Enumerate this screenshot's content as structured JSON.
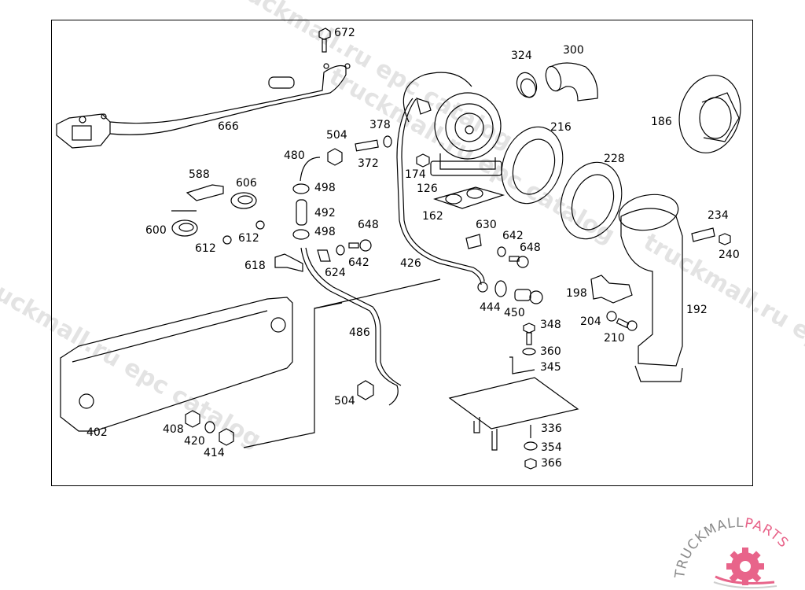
{
  "watermarks": [
    "truckmall.ru epc catalog",
    "truckmall.ru epc catalog",
    "truckmall.ru epc catalog",
    "truckmall.ru epc catalog"
  ],
  "logo": {
    "text_main": "TRUCKMALL",
    "text_accent": "PARTS",
    "accent_color": "#e8648a",
    "text_color": "#8a8a8a"
  },
  "parts": [
    {
      "id": "672"
    },
    {
      "id": "666"
    },
    {
      "id": "504"
    },
    {
      "id": "378"
    },
    {
      "id": "372"
    },
    {
      "id": "480"
    },
    {
      "id": "324"
    },
    {
      "id": "300"
    },
    {
      "id": "216"
    },
    {
      "id": "186"
    },
    {
      "id": "228"
    },
    {
      "id": "174"
    },
    {
      "id": "126"
    },
    {
      "id": "162"
    },
    {
      "id": "588"
    },
    {
      "id": "606"
    },
    {
      "id": "498"
    },
    {
      "id": "492"
    },
    {
      "id": "498"
    },
    {
      "id": "600"
    },
    {
      "id": "612"
    },
    {
      "id": "612"
    },
    {
      "id": "648"
    },
    {
      "id": "642"
    },
    {
      "id": "624"
    },
    {
      "id": "618"
    },
    {
      "id": "426"
    },
    {
      "id": "630"
    },
    {
      "id": "642"
    },
    {
      "id": "648"
    },
    {
      "id": "234"
    },
    {
      "id": "240"
    },
    {
      "id": "198"
    },
    {
      "id": "444"
    },
    {
      "id": "450"
    },
    {
      "id": "204"
    },
    {
      "id": "210"
    },
    {
      "id": "192"
    },
    {
      "id": "348"
    },
    {
      "id": "360"
    },
    {
      "id": "345"
    },
    {
      "id": "486"
    },
    {
      "id": "504"
    },
    {
      "id": "402"
    },
    {
      "id": "408"
    },
    {
      "id": "420"
    },
    {
      "id": "414"
    },
    {
      "id": "336"
    },
    {
      "id": "354"
    },
    {
      "id": "366"
    }
  ]
}
